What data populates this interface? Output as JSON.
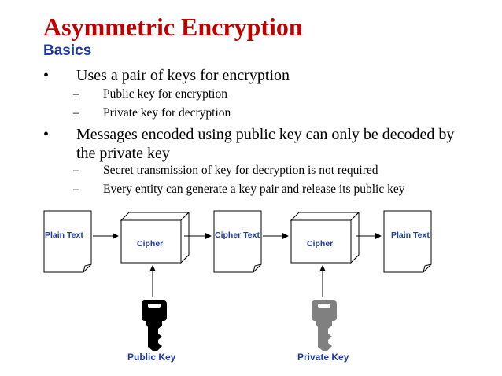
{
  "slide": {
    "title": "Asymmetric Encryption",
    "subtitle": "Basics",
    "bullets": [
      {
        "mark": "•",
        "text": "Uses a pair of keys for encryption",
        "subs": [
          {
            "mark": "–",
            "text": "Public key for encryption"
          },
          {
            "mark": "–",
            "text": "Private key for decryption"
          }
        ]
      },
      {
        "mark": "•",
        "text": "Messages encoded using public key can only be decoded by the private key",
        "subs": [
          {
            "mark": "–",
            "text": "Secret transmission of key for decryption is not required"
          },
          {
            "mark": "–",
            "text": "Every entity can generate a key pair and release its public key"
          }
        ]
      }
    ]
  },
  "diagram": {
    "nodes": {
      "plain_text_in": "Plain Text",
      "cipher_1": "Cipher",
      "cipher_text": "Cipher Text",
      "cipher_2": "Cipher",
      "plain_text_out": "Plain Text"
    },
    "keys": {
      "public": {
        "label": "Public Key",
        "color": "#000000"
      },
      "private": {
        "label": "Private Key",
        "color": "#808080"
      }
    },
    "colors": {
      "title": "#c00000",
      "label": "#1f3a9c"
    }
  }
}
